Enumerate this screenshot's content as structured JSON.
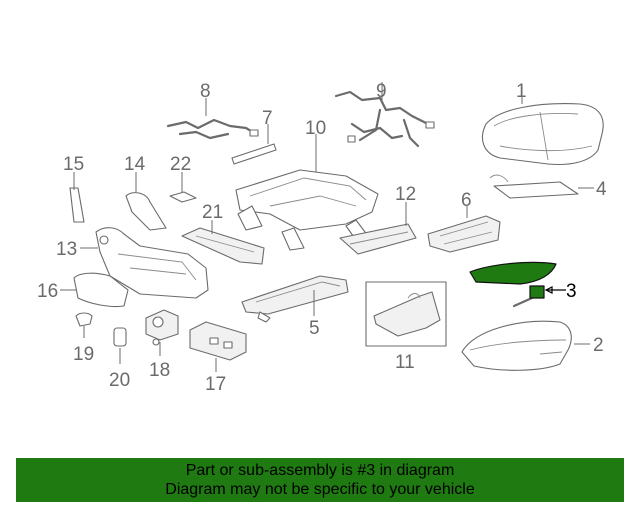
{
  "diagram": {
    "callouts": {
      "c1": "1",
      "c2": "2",
      "c3": "3",
      "c4": "4",
      "c5": "5",
      "c6": "6",
      "c7": "7",
      "c8": "8",
      "c9": "9",
      "c10": "10",
      "c11": "11",
      "c12": "12",
      "c13": "13",
      "c14": "14",
      "c15": "15",
      "c16": "16",
      "c17": "17",
      "c18": "18",
      "c19": "19",
      "c20": "20",
      "c21": "21",
      "c22": "22"
    },
    "highlight_color": "#1f7a12"
  },
  "banner": {
    "line1": "Part or sub-assembly is #3 in diagram",
    "line2": "Diagram may not be specific to your vehicle"
  }
}
